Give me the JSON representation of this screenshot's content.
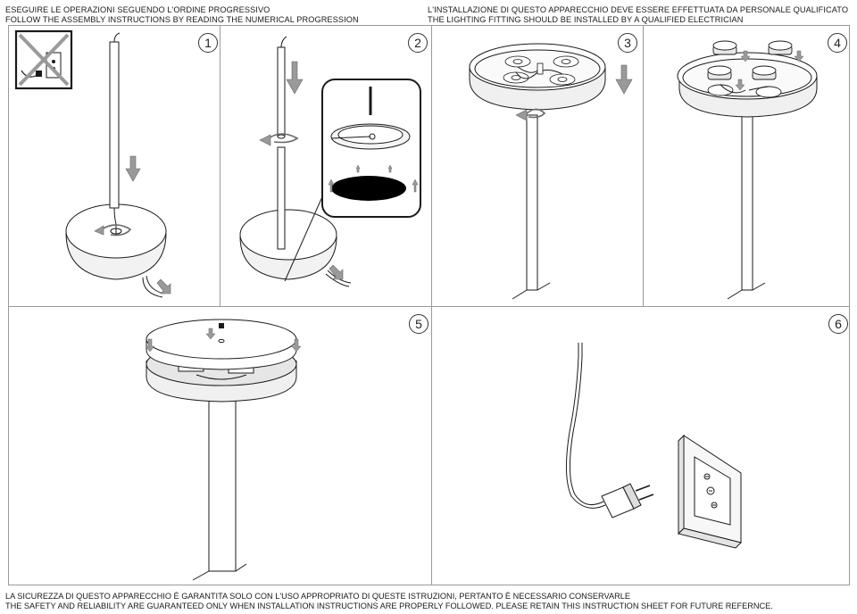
{
  "header": {
    "left_line1": "ESEGUIRE LE OPERAZIONI SEGUENDO L'ORDINE PROGRESSIVO",
    "left_line2": "FOLLOW THE ASSEMBLY INSTRUCTIONS BY READING THE NUMERICAL PROGRESSION",
    "right_line1": "L'INSTALLAZIONE DI QUESTO APPARECCHIO DEVE ESSERE EFFETTUATA DA PERSONALE QUALIFICATO",
    "right_line2": "THE LIGHTING FITTING SHOULD BE INSTALLED BY A QUALIFIED ELECTRICIAN"
  },
  "steps": [
    {
      "number": "1"
    },
    {
      "number": "2"
    },
    {
      "number": "3"
    },
    {
      "number": "4"
    },
    {
      "number": "5"
    },
    {
      "number": "6"
    }
  ],
  "footer": {
    "line1": "LA SICUREZZA DI QUESTO APPARECCHIO È GARANTITA SOLO CON L'USO APPROPRIATO DI QUESTE ISTRUZIONI, PERTANTO È NECESSARIO CONSERVARLE",
    "line2": "THE SAFETY AND RELIABILITY ARE GUARANTEED ONLY WHEN INSTALLATION INSTRUCTIONS ARE PROPERLY FOLLOWED. PLEASE RETAIN THIS INSTRUCTION SHEET FOR FUTURE REFERNCE."
  },
  "icons": {
    "no_power": "unplugged-prohibited-icon",
    "arrow": "direction-arrow-icon",
    "rotate": "rotate-arrow-icon",
    "plug": "power-plug-icon",
    "socket": "wall-socket-icon"
  },
  "colors": {
    "line": "#1a1a1a",
    "arrow_fill": "#9a9a9a",
    "panel_border": "#9a9a9a"
  }
}
